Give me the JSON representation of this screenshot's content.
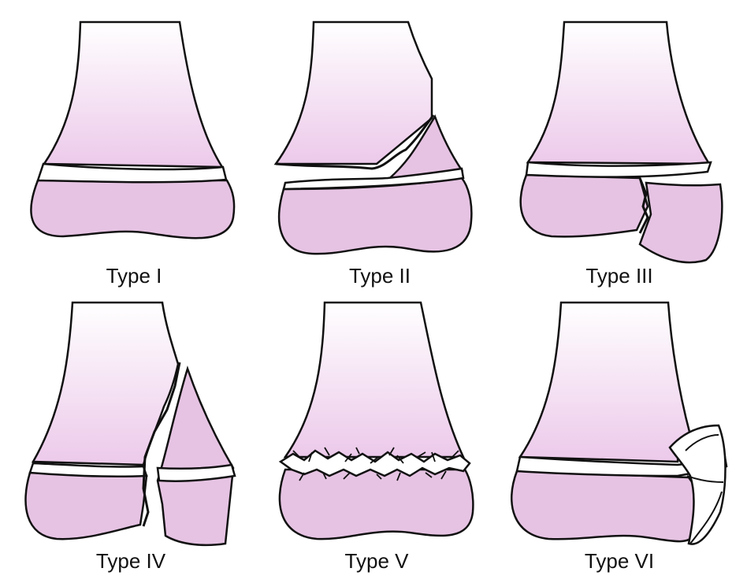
{
  "colors": {
    "shaft_top": "#ffffff",
    "shaft_bottom": "#ecc9ea",
    "epiphysis": "#e6c3e3",
    "outline": "#111111",
    "growth_plate": "#ffffff"
  },
  "panels": [
    {
      "label": "Type I"
    },
    {
      "label": "Type II"
    },
    {
      "label": "Type III"
    },
    {
      "label": "Type IV"
    },
    {
      "label": "Type V"
    },
    {
      "label": "Type VI"
    }
  ]
}
